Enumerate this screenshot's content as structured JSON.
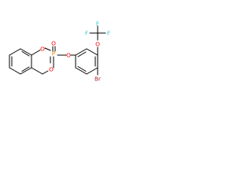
{
  "molecule": {
    "atoms": {
      "phosphorus": "P",
      "phosphoryl_oxygen": "O",
      "ring_oxygen_1": "O",
      "ring_oxygen_2": "O",
      "ester_oxygen": "O",
      "ether_oxygen": "O",
      "bromine": "Br",
      "fluorine_1": "F",
      "fluorine_2": "F",
      "fluorine_3": "F"
    },
    "colors": {
      "P": "#ff8000",
      "O": "#ff0000",
      "Br": "#a62929",
      "F": "#33cccc",
      "bond": "#000000"
    }
  }
}
